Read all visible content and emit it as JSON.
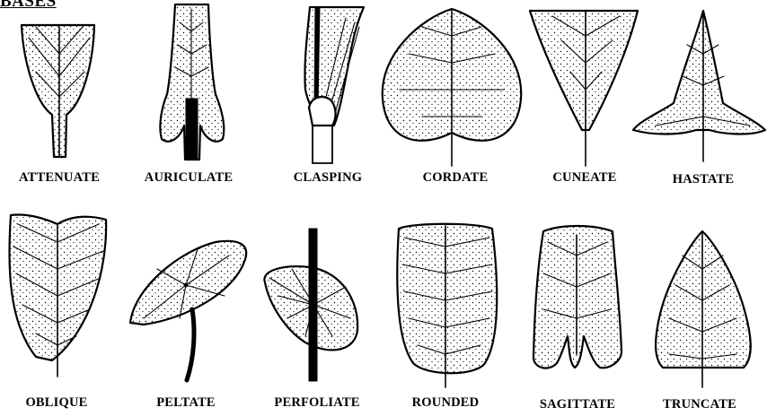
{
  "title": "BASES",
  "leaves": [
    {
      "id": "attenuate",
      "label": "ATTENUATE"
    },
    {
      "id": "auriculate",
      "label": "AURICULATE"
    },
    {
      "id": "clasping",
      "label": "CLASPING"
    },
    {
      "id": "cordate",
      "label": "CORDATE"
    },
    {
      "id": "cuneate",
      "label": "CUNEATE"
    },
    {
      "id": "hastate",
      "label": "HASTATE"
    },
    {
      "id": "oblique",
      "label": "OBLIQUE"
    },
    {
      "id": "peltate",
      "label": "PELTATE"
    },
    {
      "id": "perfoliate",
      "label": "PERFOLIATE"
    },
    {
      "id": "rounded",
      "label": "ROUNDED"
    },
    {
      "id": "sagittate",
      "label": "SAGITTATE"
    },
    {
      "id": "truncate",
      "label": "TRUNCATE"
    }
  ]
}
